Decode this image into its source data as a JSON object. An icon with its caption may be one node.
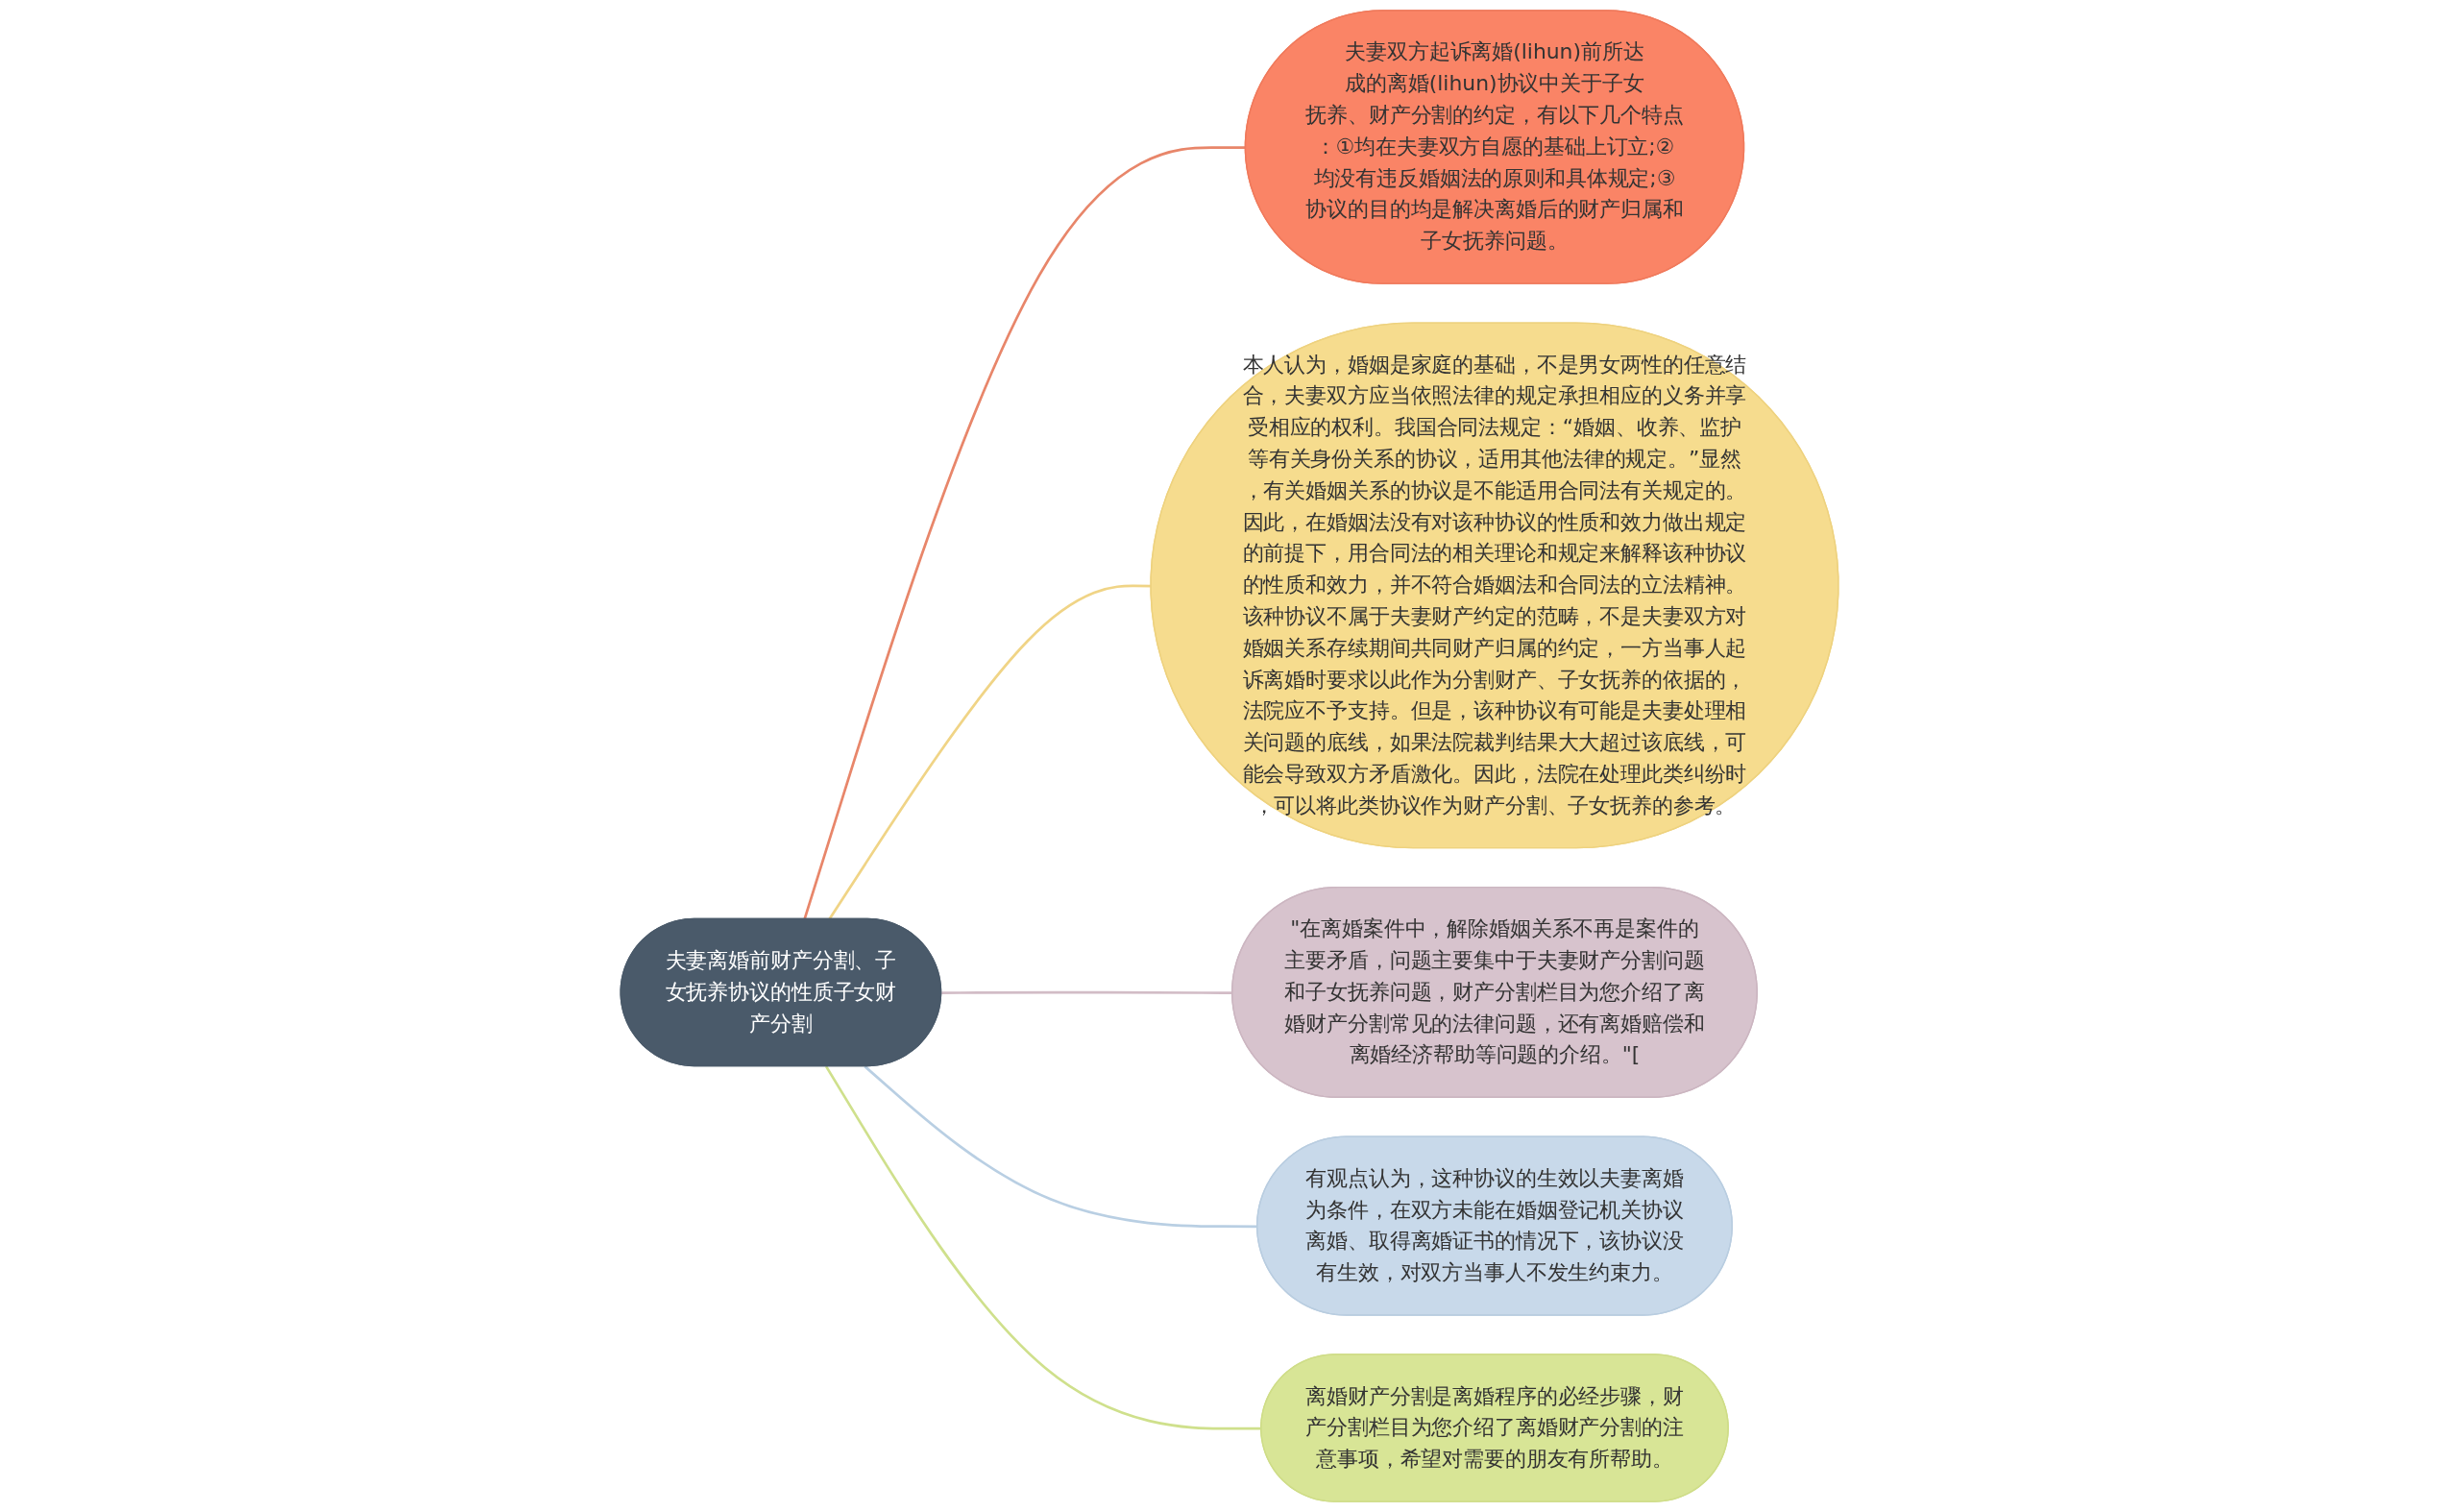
{
  "diagram": {
    "nodes": [
      {
        "text": [
          "夫妻离婚前财产分割、子女抚养协议的性质子女财产分割"
        ]
      },
      {
        "text": [
          "夫妻双方起诉离婚(lihun)前所达成的离婚(lihun)协议中关于子女抚养、财产分割的约定，有以下几个特点：①均在夫妻双方自愿的基础上订立;②均没有违反婚姻法的原则和具体规定;③协议的目的均是解决离婚后的财产归属和子女抚养问题。"
        ]
      },
      {
        "text": [
          "本人认为，婚姻是家庭的基础，不是男女两性的任意结合，夫妻双方应当依照法律的规定承担相应的义务并享受相应的权利。我国合同法规定：“婚姻、收养、监护等有关身份关系的协议，适用其他法律的规定。”显然，有关婚姻关系的协议是不能适用合同法有关规定的。因此，在婚姻法没有对该种协议的性质和效力做出规定的前提下，用合同法的相关理论和规定来解释该种协议的性质和效力，并不符合婚姻法和合同法的立法精神。该种协议不属于夫妻财产约定的范畴，不是夫妻双方对婚姻关系存续期间共同财产归属的约定，一方当事人起诉离婚时要求以此作为分割财产、子女抚养的依据的，法院应不予支持。但是，该种协议有可能是夫妻处理相关问题的底线，如果法院裁判结果大大超过该底线，可能会导致双方矛盾激化。因此，法院在处理此类纠纷时，可以将此类协议作为财产分割、子女抚养的参考。"
        ]
      },
      {
        "text": [
          "\"在离婚案件中，解除婚姻关系不再是案件的主要矛盾，问题主要集中于夫妻财产分割问题和子女抚养问题，财产分割栏目为您介绍了离婚财产分割常见的法律问题，还有离婚赔偿和离婚经济帮助等问题的介绍。\"["
        ]
      },
      {
        "text": [
          "有观点认为，这种协议的生效以夫妻离婚为条件，在双方未能在婚姻登记机关协议离婚、取得离婚证书的情况下，该协议没有生效，对双方当事人不发生约束力。"
        ]
      },
      {
        "text": [
          "离婚财产分割是离婚程序的必经步骤，财产分割栏目为您介绍了离婚财产分割的注意事项，希望对需要的朋友有所帮助。"
        ]
      }
    ],
    "edges": [
      {
        "from": 0,
        "to": 1,
        "arrow": "none",
        "color": "#e8866a"
      },
      {
        "from": 0,
        "to": 2,
        "arrow": "none",
        "color": "#f0d486"
      },
      {
        "from": 0,
        "to": 3,
        "arrow": "none",
        "color": "#d2bcc6"
      },
      {
        "from": 0,
        "to": 4,
        "arrow": "none",
        "color": "#b9cfe3"
      },
      {
        "from": 0,
        "to": 5,
        "arrow": "none",
        "color": "#cfe08c"
      }
    ]
  }
}
